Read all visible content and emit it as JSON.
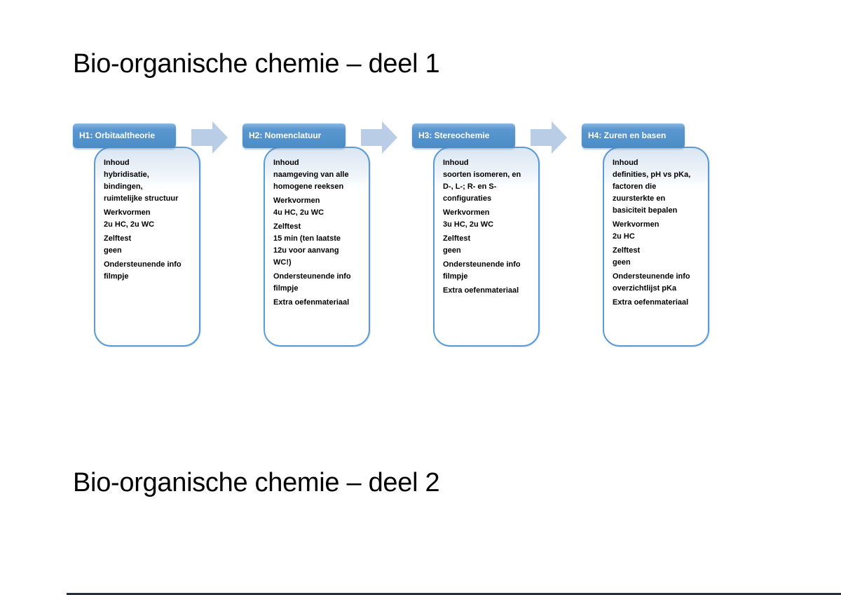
{
  "slide": {
    "title_part1": "Bio-organische chemie – deel 1",
    "title_part2": "Bio-organische chemie – deel 2"
  },
  "chapters": [
    {
      "header": "H1: Orbitaaltheorie",
      "sections": [
        [
          "Inhoud",
          "hybridisatie,",
          "bindingen,",
          "ruimtelijke structuur"
        ],
        [
          "Werkvormen",
          "2u HC, 2u WC"
        ],
        [
          "Zelftest",
          "geen"
        ],
        [
          "Ondersteunende info",
          "filmpje"
        ]
      ]
    },
    {
      "header": "H2: Nomenclatuur",
      "sections": [
        [
          "Inhoud",
          "naamgeving van alle",
          "homogene reeksen"
        ],
        [
          "Werkvormen",
          "4u HC, 2u WC"
        ],
        [
          "Zelftest",
          "15 min (ten laatste",
          "12u voor aanvang",
          "WC!)"
        ],
        [
          "Ondersteunende info",
          "filmpje"
        ],
        [
          "Extra oefenmateriaal"
        ]
      ]
    },
    {
      "header": "H3: Stereochemie",
      "sections": [
        [
          "Inhoud",
          "soorten isomeren, en",
          "D-, L-; R- en S-",
          "configuraties"
        ],
        [
          "Werkvormen",
          "3u HC, 2u WC"
        ],
        [
          "Zelftest",
          "geen"
        ],
        [
          "Ondersteunende info",
          "filmpje"
        ],
        [
          "Extra oefenmateriaal"
        ]
      ]
    },
    {
      "header": "H4: Zuren en basen",
      "sections": [
        [
          "Inhoud",
          "definities, pH vs pKa,",
          "factoren die",
          "zuursterkte en",
          "basiciteit bepalen"
        ],
        [
          "Werkvormen",
          "2u HC"
        ],
        [
          "Zelftest",
          "geen"
        ],
        [
          "Ondersteunende info",
          "overzichtlijst pKa"
        ],
        [
          "Extra oefenmateriaal"
        ]
      ]
    }
  ],
  "icons": {
    "arrow": "right-block-arrow"
  },
  "colors": {
    "header_blue": "#4e8fca",
    "header_blue_light": "#8ab7e2",
    "box_border": "#5b9bd5",
    "box_top_band": "#dae6f3",
    "arrow_fill": "#b9cde6",
    "title_text": "#000000",
    "header_text": "#ffffff",
    "next_page_edge": "#26303d"
  }
}
